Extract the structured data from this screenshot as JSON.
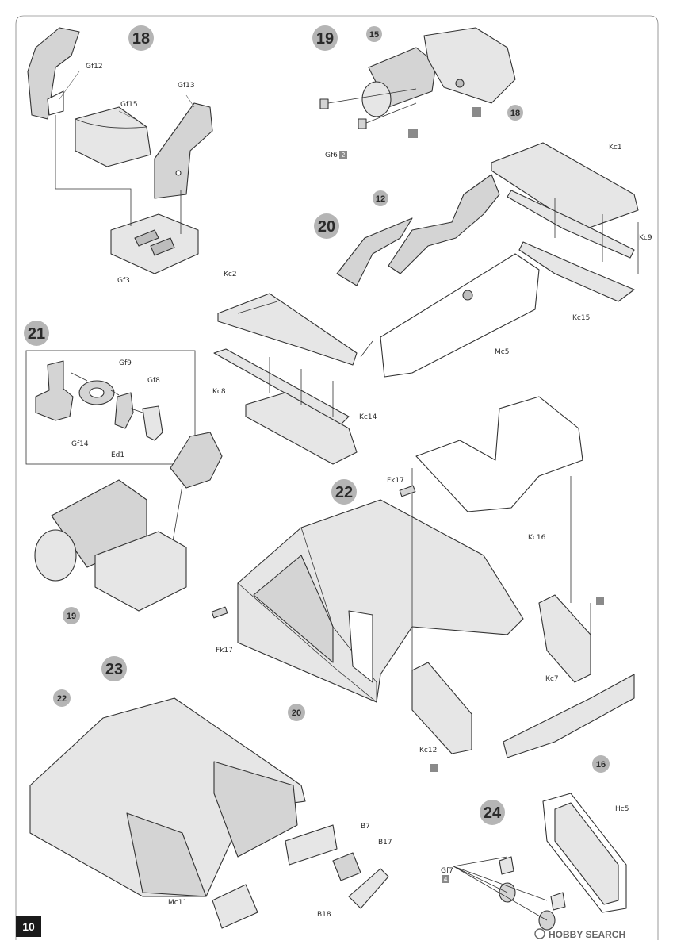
{
  "page": {
    "number": "10",
    "watermark": "HOBBY SEARCH"
  },
  "colors": {
    "step_circle": "#b5b5b5",
    "part_fill": "#d4d4d4",
    "page_number_bg": "#1a1a1a"
  },
  "steps": {
    "s18": {
      "number": "18",
      "labels": {
        "gf12": "Gf12",
        "gf13": "Gf13",
        "gf15": "Gf15",
        "gf3": "Gf3"
      }
    },
    "s19": {
      "number": "19",
      "bubbles": {
        "b15": "15",
        "b18": "18"
      },
      "labels": {
        "gf6": "Gf6",
        "gf6_qty": "2"
      }
    },
    "s20": {
      "number": "20",
      "bubbles": {
        "b12": "12"
      },
      "labels": {
        "kc1": "Kc1",
        "kc9": "Kc9",
        "kc15": "Kc15",
        "kc2": "Kc2",
        "kc8": "Kc8",
        "kc14": "Kc14",
        "mc5": "Mc5"
      }
    },
    "s21": {
      "number": "21",
      "bubbles": {
        "b19": "19"
      },
      "labels": {
        "gf9": "Gf9",
        "gf8": "Gf8",
        "gf14": "Gf14",
        "ed1": "Ed1"
      }
    },
    "s22": {
      "number": "22",
      "bubbles": {
        "b20": "20",
        "b16": "16"
      },
      "labels": {
        "fk17a": "Fk17",
        "fk17b": "Fk17",
        "kc16": "Kc16",
        "kc7": "Kc7",
        "kc12": "Kc12"
      }
    },
    "s23": {
      "number": "23",
      "bubbles": {
        "b22": "22"
      },
      "labels": {
        "b7": "B7",
        "b17": "B17",
        "b18": "B18",
        "mc11": "Mc11"
      }
    },
    "s24": {
      "number": "24",
      "labels": {
        "hc5": "Hc5",
        "gf7": "Gf7",
        "gf7_qty": "4"
      }
    }
  }
}
